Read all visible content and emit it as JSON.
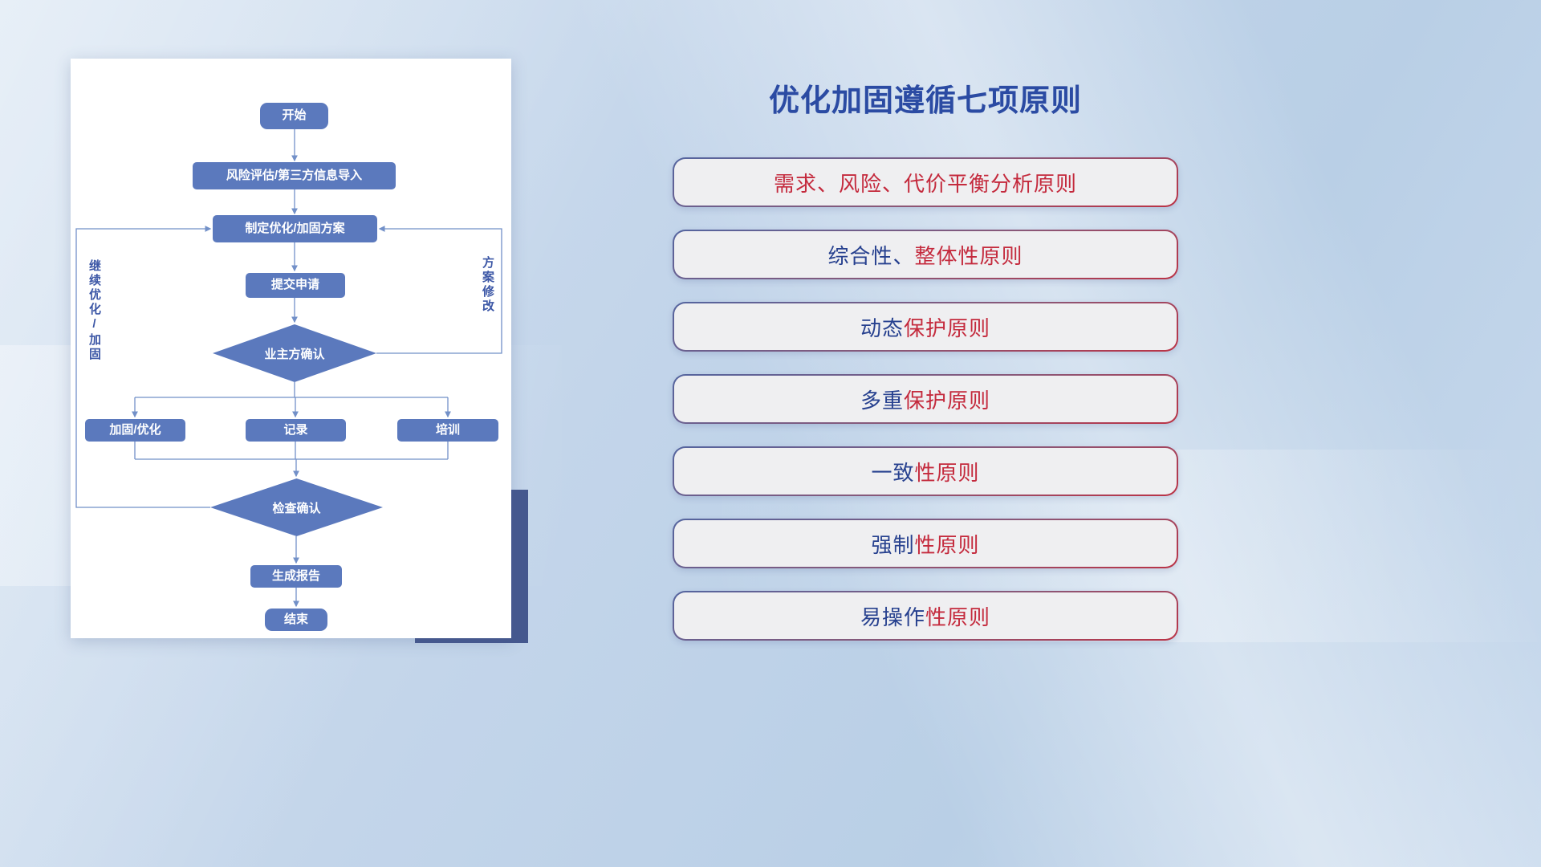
{
  "flowchart": {
    "nodes": {
      "start": "开始",
      "risk_import": "风险评估/第三方信息导入",
      "make_plan": "制定优化/加固方案",
      "submit": "提交申请",
      "owner_confirm": "业主方确认",
      "reinforce": "加固/优化",
      "record": "记录",
      "training": "培训",
      "check_confirm": "检查确认",
      "report": "生成报告",
      "end": "结束"
    },
    "loop_labels": {
      "left": "继续优化/加固",
      "right": "方案修改"
    }
  },
  "principles": {
    "title": "优化加固遵循七项原则",
    "items": [
      {
        "blue": "",
        "red": "需求、风险、代价平衡分析原则"
      },
      {
        "blue": "综合性、",
        "red": "整体性原则"
      },
      {
        "blue": "动态",
        "red": "保护原则"
      },
      {
        "blue": "多重",
        "red": "保护原则"
      },
      {
        "blue": "一致",
        "red": "性原则"
      },
      {
        "blue": "强制",
        "red": "性原则"
      },
      {
        "blue": "易操作",
        "red": "性原则"
      }
    ]
  },
  "colors": {
    "accent_blue": "#2b4ba3",
    "accent_red": "#c42a3d",
    "node_fill": "#5b79bd",
    "connector_line": "#7290c8"
  }
}
